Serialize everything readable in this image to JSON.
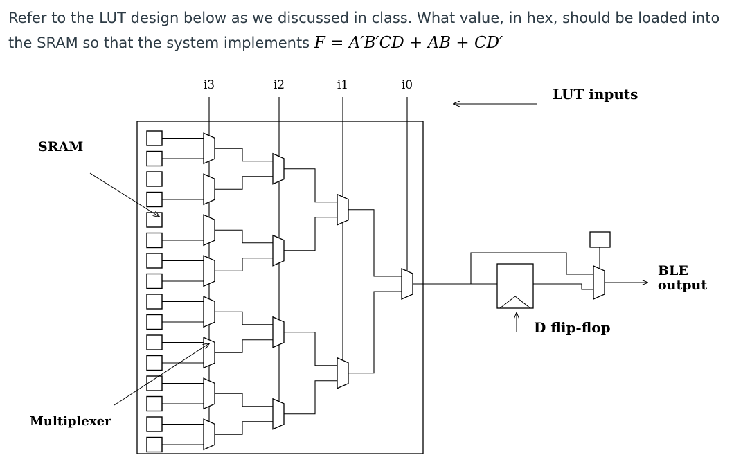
{
  "question": {
    "text": "Refer to the LUT design below as we discussed in class. What value, in hex, should be loaded into the SRAM so that the system implements",
    "function": {
      "lhs": "F",
      "eq": "=",
      "term1": "A′B′CD",
      "plus1": "+",
      "term2": "AB",
      "plus2": "+",
      "term3": "CD′"
    }
  },
  "diagram": {
    "inputs": [
      "i3",
      "i2",
      "i1",
      "i0"
    ],
    "lut_inputs_label": "LUT inputs",
    "sram_label": "SRAM",
    "mux_label": "Multiplexer",
    "ff_label": "D flip-flop",
    "ble_output_line1": "BLE",
    "ble_output_line2": "output",
    "sram_cell_count": 16
  }
}
